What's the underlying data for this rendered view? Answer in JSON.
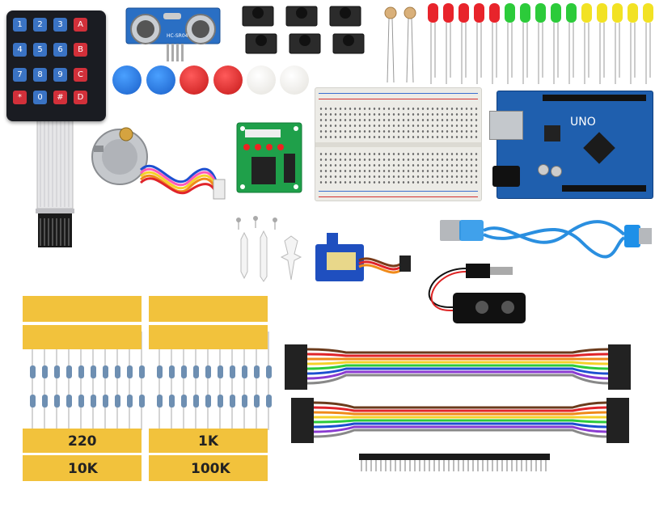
{
  "keypad": {
    "keys": [
      "1",
      "2",
      "3",
      "A",
      "4",
      "5",
      "6",
      "B",
      "7",
      "8",
      "9",
      "C",
      "*",
      "0",
      "#",
      "D"
    ]
  },
  "ultrasonic": {
    "model": "HC-SR04"
  },
  "arduino": {
    "board": "UNO"
  },
  "resistor_labels": {
    "r220": "220",
    "r1k": "1K",
    "r10k": "10K",
    "r100k": "100K"
  },
  "colors": {
    "keypad_body": "#1a1c22",
    "key_blue": "#3a73c4",
    "key_red": "#d2303a",
    "tape": "#f2c23c",
    "board_blue": "#1f5fae",
    "breadboard": "#ecebe6",
    "driver_board": "#1fa04a",
    "servo_blue": "#1f4fbf"
  }
}
